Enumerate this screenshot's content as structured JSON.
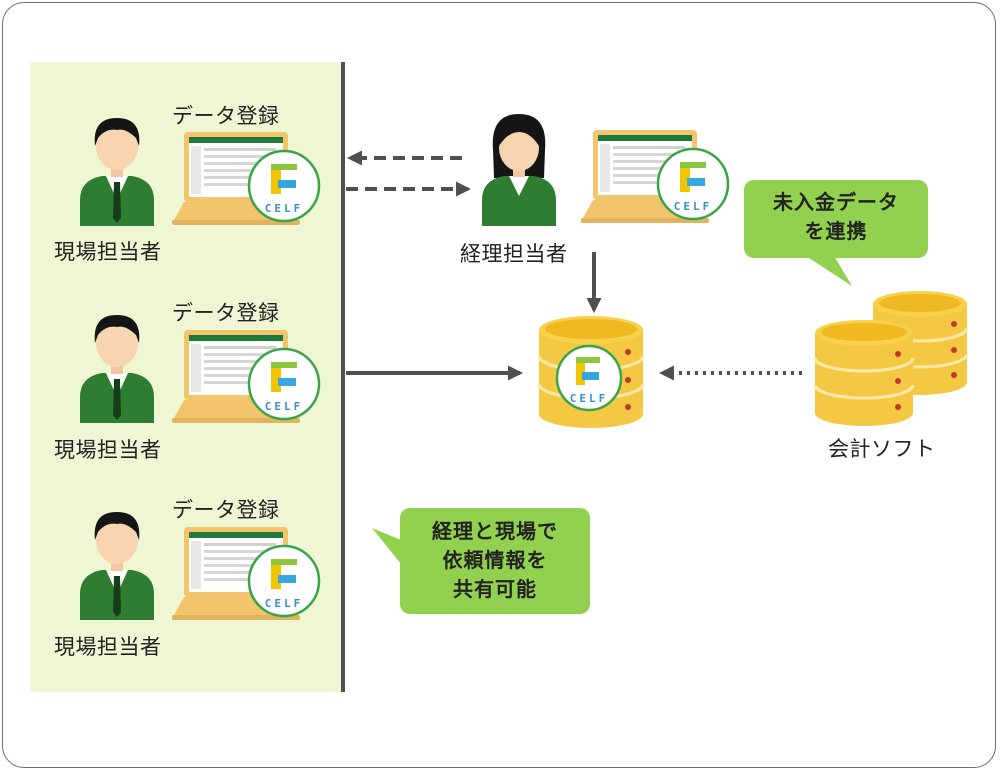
{
  "field_staff": [
    {
      "role": "現場担当者",
      "action": "データ登録"
    },
    {
      "role": "現場担当者",
      "action": "データ登録"
    },
    {
      "role": "現場担当者",
      "action": "データ登録"
    }
  ],
  "accountant": {
    "role": "経理担当者"
  },
  "logo_text": "CELF",
  "accounting_software": {
    "label": "会計ソフト"
  },
  "callouts": {
    "sync": [
      "未入金データ",
      "を連携"
    ],
    "share": [
      "経理と現場で",
      "依頼情報を",
      "共有可能"
    ]
  },
  "colors": {
    "panel": "#eef6d3",
    "bubble": "#92d050",
    "suit": "#2e7d32",
    "database": "#f5c843",
    "arrow": "#505050"
  }
}
